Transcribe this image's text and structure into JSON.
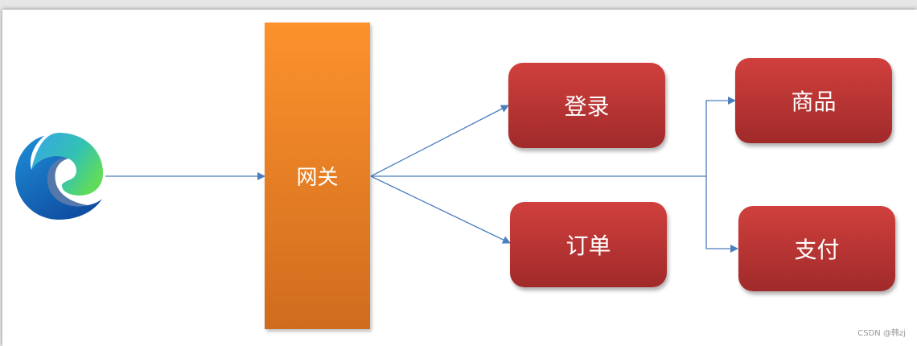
{
  "diagram": {
    "browser": {
      "icon": "edge-browser-icon"
    },
    "gateway": {
      "label": "网关",
      "color_top": "#fd922c",
      "color_bottom": "#cf6c1e"
    },
    "services": [
      {
        "id": "login",
        "label": "登录"
      },
      {
        "id": "order",
        "label": "订单"
      },
      {
        "id": "product",
        "label": "商品"
      },
      {
        "id": "payment",
        "label": "支付"
      }
    ],
    "service_color_top": "#d0403d",
    "service_color_bottom": "#a02a2a",
    "arrow_color": "#4a7ebf",
    "edges": [
      {
        "from": "browser",
        "to": "gateway"
      },
      {
        "from": "gateway",
        "to": "login"
      },
      {
        "from": "gateway",
        "to": "order"
      },
      {
        "from": "gateway",
        "to": "product"
      },
      {
        "from": "gateway",
        "to": "payment"
      }
    ]
  },
  "watermark": "CSDN @韩zj"
}
